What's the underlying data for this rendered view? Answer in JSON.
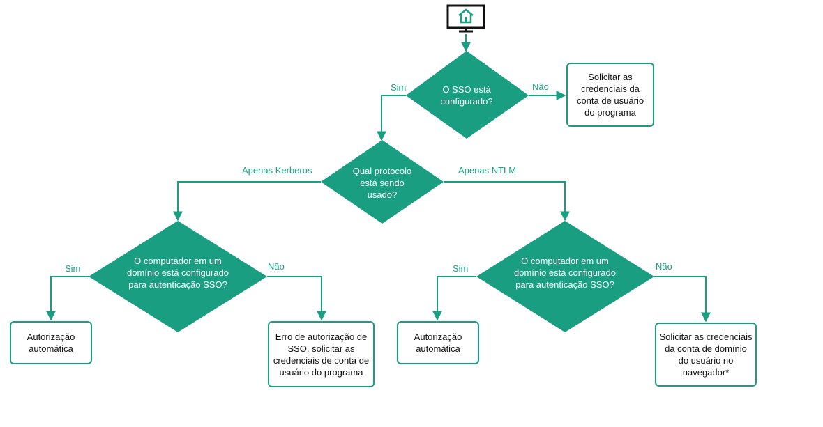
{
  "colors": {
    "accent": "#1a9e82",
    "text": "#111111",
    "on_accent": "#ffffff"
  },
  "icons": {
    "start": "monitor-home-icon"
  },
  "decisions": {
    "sso_configured": {
      "lines": [
        "O SSO está",
        "configurado?"
      ]
    },
    "protocol": {
      "lines": [
        "Qual protocolo",
        "está sendo",
        "usado?"
      ]
    },
    "domain_kerberos": {
      "lines": [
        "O computador em um",
        "domínio está configurado",
        "para autenticação SSO?"
      ]
    },
    "domain_ntlm": {
      "lines": [
        "O computador em um",
        "domínio está configurado",
        "para autenticação SSO?"
      ]
    }
  },
  "boxes": {
    "program_credentials": {
      "lines": [
        "Solicitar as",
        "credenciais da",
        "conta de usuário",
        "do programa"
      ]
    },
    "auto_auth_left": {
      "lines": [
        "Autorização",
        "automática"
      ]
    },
    "sso_error": {
      "lines": [
        "Erro de autorização de",
        "SSO, solicitar as",
        "credenciais de conta de",
        "usuário do programa"
      ]
    },
    "auto_auth_right": {
      "lines": [
        "Autorização",
        "automática"
      ]
    },
    "domain_credentials": {
      "lines": [
        "Solicitar as credenciais",
        "da conta de domínio",
        "do usuário no",
        "navegador*"
      ]
    }
  },
  "edge_labels": {
    "sso_yes": "Sim",
    "sso_no": "Não",
    "kerberos_only": "Apenas Kerberos",
    "ntlm_only": "Apenas NTLM",
    "kerberos_yes": "Sim",
    "kerberos_no": "Não",
    "ntlm_yes": "Sim",
    "ntlm_no": "Não"
  }
}
